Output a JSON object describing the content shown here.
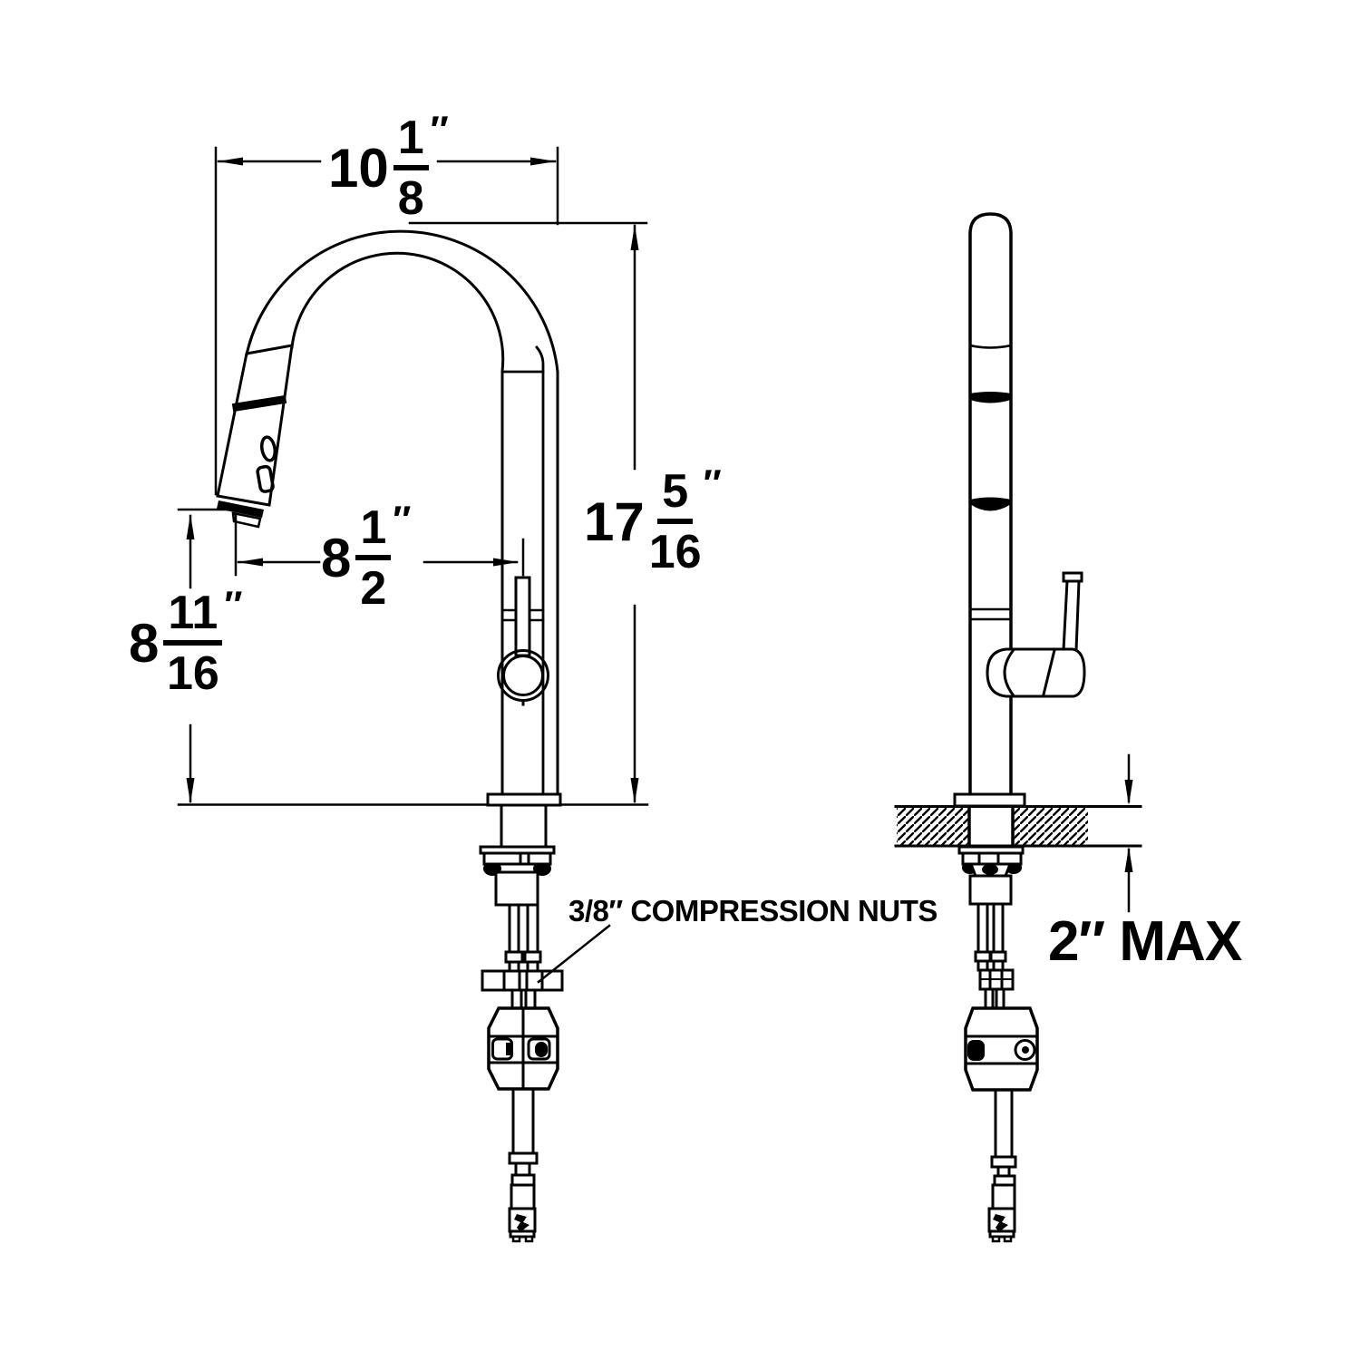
{
  "drawing": {
    "title": "Pull-down kitchen faucet installation dimension drawing",
    "colors": {
      "line": "#000000",
      "background": "#ffffff"
    }
  },
  "dimensions": {
    "spout_width": {
      "whole": "10",
      "numerator": "1",
      "denominator": "8",
      "unit": "″"
    },
    "overall_height": {
      "whole": "17",
      "numerator": "5",
      "denominator": "16",
      "unit": "″"
    },
    "spout_reach": {
      "whole": "8",
      "numerator": "1",
      "denominator": "2",
      "unit": "″"
    },
    "spout_clearance": {
      "whole": "8",
      "numerator": "11",
      "denominator": "16",
      "unit": "″"
    },
    "connection_label": "3/8″ COMPRESSION NUTS",
    "counter_thickness_label": "2″ MAX"
  }
}
